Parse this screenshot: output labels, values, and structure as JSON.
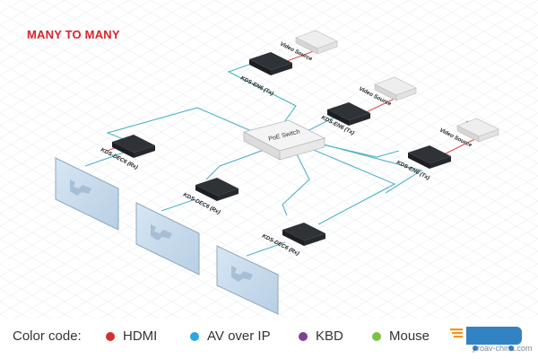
{
  "title": "MANY TO MANY",
  "devices": {
    "tx_top": "KDS-EN6 (Tx)",
    "tx_mid": "KDS-EN6 (Tx)",
    "tx_right": "KDS-EN6 (Tx)",
    "rx_left": "KDS-DEC6 (Rx)",
    "rx_mid": "KDS-DEC6 (Rx)",
    "rx_right": "KDS-DEC6 (Rx)"
  },
  "sources": {
    "top": "Video Source",
    "mid": "Video Source",
    "right": "Video Source"
  },
  "switch_label": "PoE Switch",
  "legend": {
    "label": "Color code:",
    "items": [
      {
        "text": "HDMI",
        "color": "#d32f2f"
      },
      {
        "text": "AV over IP",
        "color": "#29a9e1"
      },
      {
        "text": "KBD",
        "color": "#7e3f98"
      },
      {
        "text": "Mouse",
        "color": "#7cc243"
      }
    ]
  },
  "cable_colors": {
    "hdmi": "#d9534f",
    "av_over_ip": "#4fb3c4"
  },
  "watermark": {
    "url": "proav-china.com"
  }
}
